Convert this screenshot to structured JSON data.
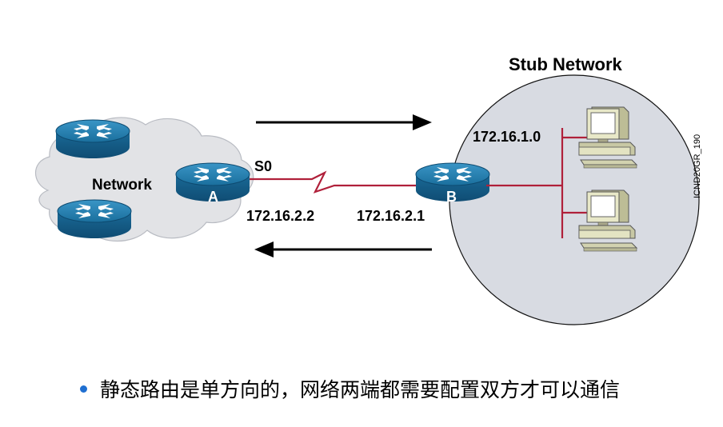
{
  "diagram": {
    "stub_title": "Stub Network",
    "network_label": "Network",
    "router_a_label": "A",
    "router_b_label": "B",
    "interface_label": "S0",
    "ip_a": "172.16.2.2",
    "ip_b": "172.16.2.1",
    "stub_subnet": "172.16.1.0",
    "figure_id": "ICND20GR_190"
  },
  "bullet": {
    "text": "静态路由是单方向的，网络两端都需要配置双方才可以通信"
  },
  "colors": {
    "router": "#1b6f9e",
    "serial_link": "#b0203a",
    "bullet": "#1f6fd1",
    "stub_bg": "#d8dbe2",
    "cloud": "#e2e3e6"
  }
}
